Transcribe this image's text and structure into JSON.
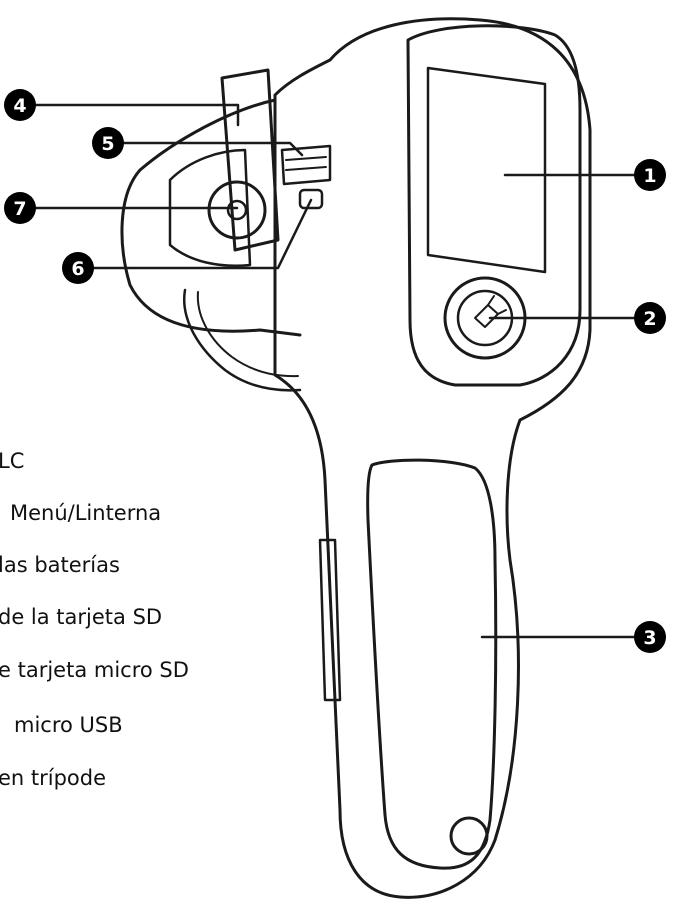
{
  "legend": {
    "items": [
      "LC",
      "Menú/Linterna",
      "las baterías",
      "de la tarjeta SD",
      "e tarjeta micro SD",
      "micro USB",
      "en trípode"
    ]
  },
  "callouts": [
    "1",
    "2",
    "3",
    "4",
    "5",
    "6",
    "7"
  ],
  "colors": {
    "line": "#111111",
    "background": "#ffffff",
    "badge": "#000000"
  }
}
